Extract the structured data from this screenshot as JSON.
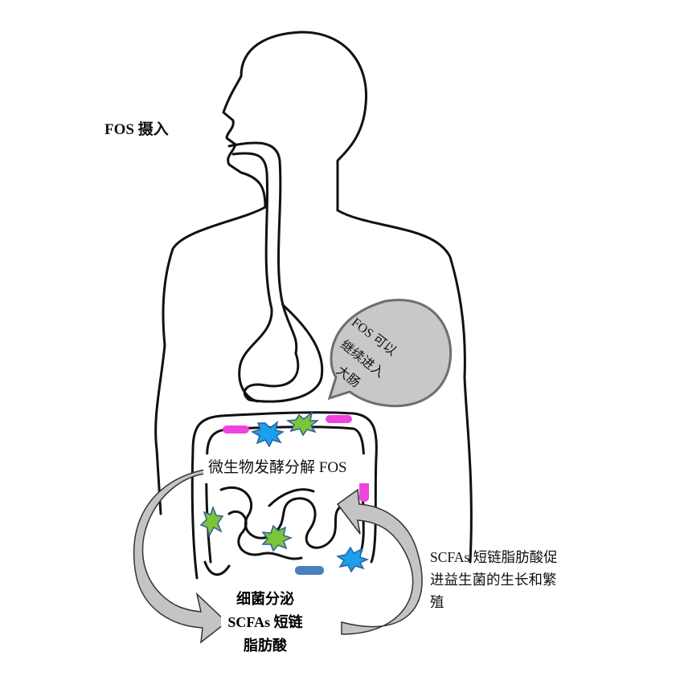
{
  "labels": {
    "fos_intake": "FOS 摄入",
    "bubble_line1": "FOS 可以",
    "bubble_line2": "继续进入",
    "bubble_line3": "大肠",
    "fermentation": "微生物发酵分解 FOS",
    "secrete_line1": "细菌分泌",
    "secrete_line2": "SCFAs 短链",
    "secrete_line3": "脂肪酸",
    "promote_line1": "SCFAs 短链脂肪酸促",
    "promote_line2": "进益生菌的生长和繁",
    "promote_line3": "殖"
  },
  "colors": {
    "outline": "#111111",
    "bubble_fill": "#c8c8c8",
    "bubble_stroke": "#6e6e6e",
    "arrow_fill": "#c4c4c4",
    "magenta_bar": "#ee44dd",
    "blue_bar": "#4a80bf",
    "blue_burst": "#1aa0ee",
    "green_burst": "#7cc43a",
    "burst_stroke": "#2f5f9a"
  }
}
